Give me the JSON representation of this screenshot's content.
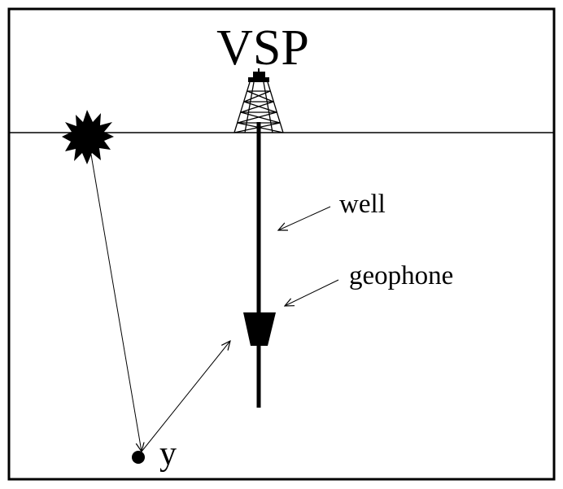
{
  "title": "VSP",
  "labels": {
    "well": "well",
    "geophone": "geophone",
    "point": "y"
  },
  "icons": {
    "rig": "drilling-derrick-icon",
    "source": "explosion-burst-icon"
  },
  "colors": {
    "line": "#000000",
    "background": "#ffffff"
  }
}
